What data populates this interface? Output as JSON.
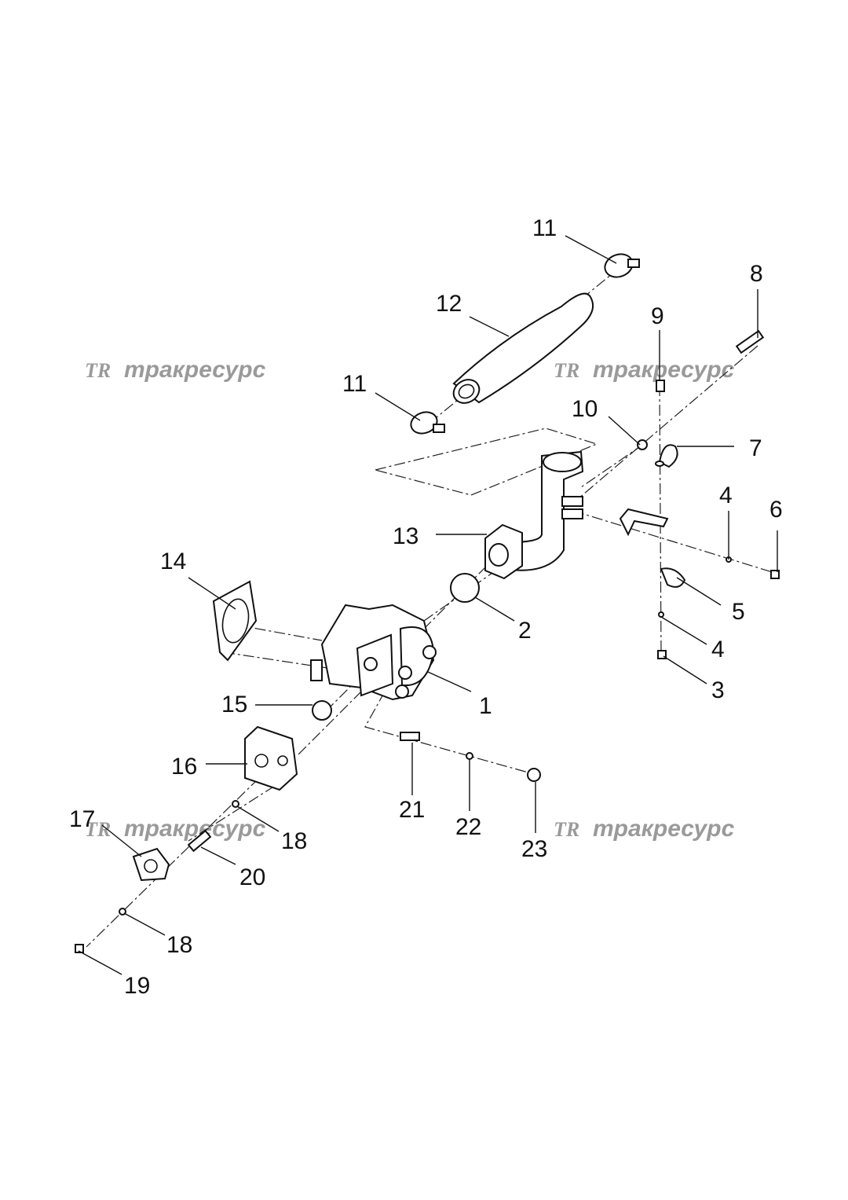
{
  "watermark": {
    "logo": "TR",
    "text": "тракресурс"
  },
  "callouts": [
    "1",
    "2",
    "3",
    "4",
    "4",
    "5",
    "6",
    "7",
    "8",
    "9",
    "10",
    "11",
    "11",
    "12",
    "13",
    "14",
    "15",
    "16",
    "17",
    "18",
    "18",
    "19",
    "20",
    "21",
    "22",
    "23"
  ]
}
